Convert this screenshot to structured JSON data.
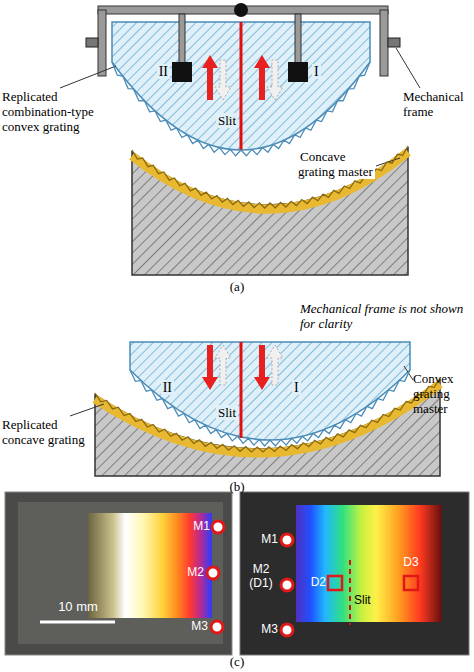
{
  "diagram": {
    "labels": [
      "II",
      "I",
      "Slit",
      "Mechanical frame",
      "Replicated combination-type convex grating",
      "Concave grating master",
      "(a)",
      "Mechanical frame is not shown for clarity",
      "II",
      "I",
      "Slit",
      "Convex grating master",
      "Replicated concave grating",
      "(b)",
      "10 mm",
      "M1",
      "M2",
      "M3",
      "M1",
      "M2 (D1)",
      "D2",
      "Slit",
      "D3",
      "M3",
      "(c)"
    ]
  }
}
